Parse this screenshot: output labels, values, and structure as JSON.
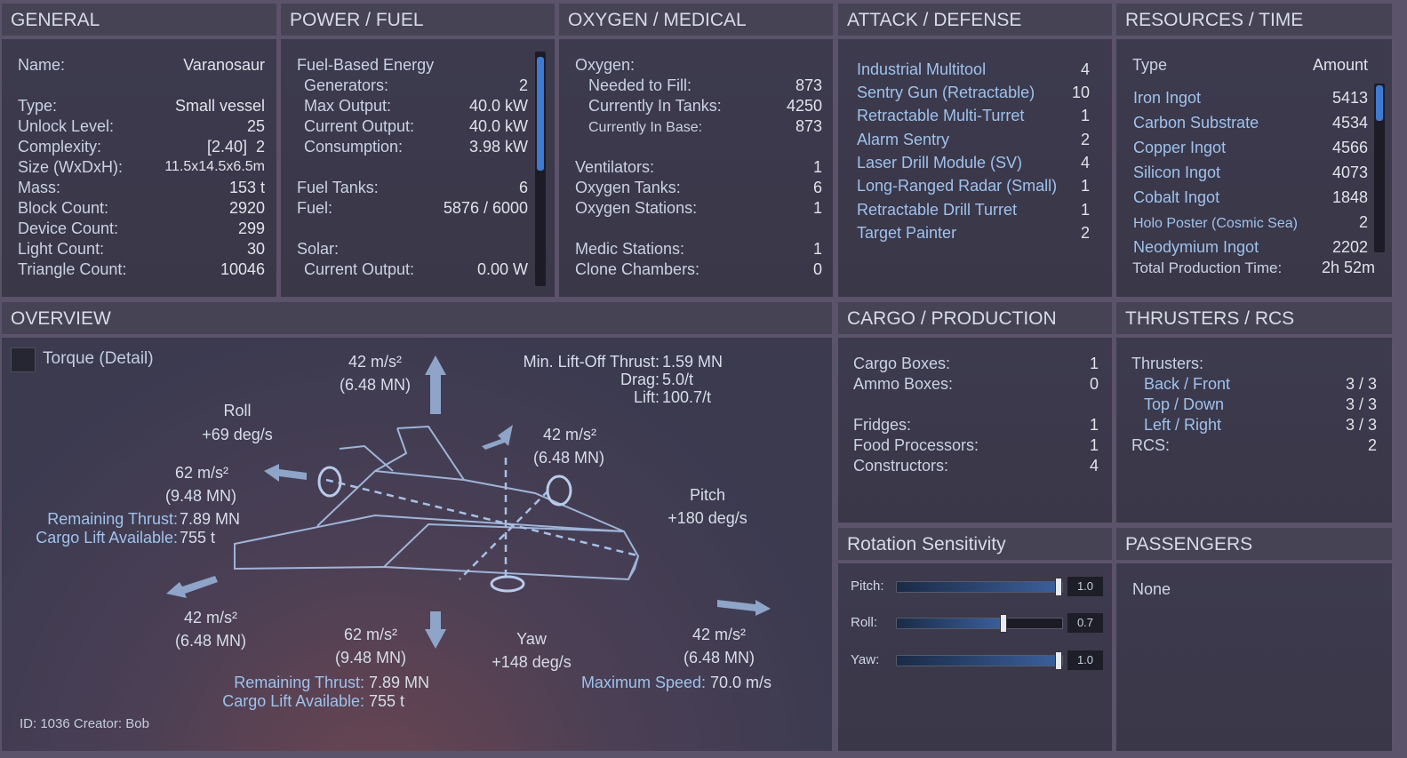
{
  "general": {
    "title": "GENERAL",
    "rows": [
      {
        "label": "Name:",
        "value": "Varanosaur"
      },
      {
        "label": "Type:",
        "value": "Small vessel"
      },
      {
        "label": "Unlock Level:",
        "value": "25"
      },
      {
        "label": "Complexity:",
        "value": "[2.40]  2"
      },
      {
        "label": "Size (WxDxH):",
        "value": "11.5x14.5x6.5m"
      },
      {
        "label": "Mass:",
        "value": "153 t"
      },
      {
        "label": "Block Count:",
        "value": "2920"
      },
      {
        "label": "Device Count:",
        "value": "299"
      },
      {
        "label": "Light Count:",
        "value": "30"
      },
      {
        "label": "Triangle Count:",
        "value": "10046"
      }
    ]
  },
  "power": {
    "title": "POWER / FUEL",
    "rows": [
      {
        "label": "Fuel-Based Energy",
        "value": ""
      },
      {
        "label": "Generators:",
        "value": "2"
      },
      {
        "label": "Max Output:",
        "value": "40.0 kW"
      },
      {
        "label": "Current Output:",
        "value": "40.0 kW"
      },
      {
        "label": "Consumption:",
        "value": "3.98 kW"
      },
      {
        "label": "Fuel Tanks:",
        "value": "6"
      },
      {
        "label": "Fuel:",
        "value": "5876 / 6000"
      },
      {
        "label": "Solar:",
        "value": ""
      },
      {
        "label": "Current Output:",
        "value": "0.00 W"
      }
    ]
  },
  "oxygen": {
    "title": "OXYGEN / MEDICAL",
    "rows": [
      {
        "label": "Oxygen:",
        "value": ""
      },
      {
        "label": "Needed to Fill:",
        "value": "873"
      },
      {
        "label": "Currently In Tanks:",
        "value": "4250"
      },
      {
        "label": "Currently In Base:",
        "value": "873"
      },
      {
        "label": "Ventilators:",
        "value": "1"
      },
      {
        "label": "Oxygen Tanks:",
        "value": "6"
      },
      {
        "label": "Oxygen Stations:",
        "value": "1"
      },
      {
        "label": "Medic Stations:",
        "value": "1"
      },
      {
        "label": "Clone Chambers:",
        "value": "0"
      }
    ]
  },
  "attack": {
    "title": "ATTACK / DEFENSE",
    "rows": [
      {
        "label": "Industrial Multitool",
        "value": "4"
      },
      {
        "label": "Sentry Gun (Retractable)",
        "value": "10"
      },
      {
        "label": "Retractable Multi-Turret",
        "value": "1"
      },
      {
        "label": "Alarm Sentry",
        "value": "2"
      },
      {
        "label": "Laser Drill Module (SV)",
        "value": "4"
      },
      {
        "label": "Long-Ranged Radar (Small)",
        "value": "1"
      },
      {
        "label": "Retractable Drill Turret",
        "value": "1"
      },
      {
        "label": "Target Painter",
        "value": "2"
      }
    ]
  },
  "resources": {
    "title": "RESOURCES / TIME",
    "col_type": "Type",
    "col_amount": "Amount",
    "rows": [
      {
        "label": "Iron Ingot",
        "value": "5413"
      },
      {
        "label": "Carbon Substrate",
        "value": "4534"
      },
      {
        "label": "Copper Ingot",
        "value": "4566"
      },
      {
        "label": "Silicon Ingot",
        "value": "4073"
      },
      {
        "label": "Cobalt Ingot",
        "value": "1848"
      },
      {
        "label": "Holo Poster (Cosmic Sea)",
        "value": "2"
      },
      {
        "label": "Neodymium Ingot",
        "value": "2202"
      }
    ],
    "total_label": "Total Production Time:",
    "total_value": "2h 52m"
  },
  "overview": {
    "title": "OVERVIEW",
    "torque_label": "Torque (Detail)",
    "up_accel": "42 m/s²",
    "up_force": "(6.48 MN)",
    "liftoff_label": "Min. Lift-Off Thrust:",
    "liftoff_value": "1.59 MN",
    "drag_label": "Drag:",
    "drag_value": "5.0/t",
    "lift_label": "Lift:",
    "lift_value": "100.7/t",
    "roll_label": "Roll",
    "roll_value": "+69 deg/s",
    "fwd_accel": "42 m/s²",
    "fwd_force": "(6.48 MN)",
    "left_accel": "62 m/s²",
    "left_force": "(9.48 MN)",
    "rem_thrust_label_1": "Remaining Thrust:",
    "rem_thrust_value_1": "7.89 MN",
    "cargo_lift_label_1": "Cargo Lift Available:",
    "cargo_lift_value_1": "755 t",
    "pitch_label": "Pitch",
    "pitch_value": "+180 deg/s",
    "back_accel": "42 m/s²",
    "back_force": "(6.48 MN)",
    "down_accel": "62 m/s²",
    "down_force": "(9.48 MN)",
    "yaw_label": "Yaw",
    "yaw_value": "+148 deg/s",
    "right_accel": "42 m/s²",
    "right_force": "(6.48 MN)",
    "rem_thrust_label_2": "Remaining Thrust:",
    "rem_thrust_value_2": "7.89 MN",
    "cargo_lift_label_2": "Cargo Lift Available:",
    "cargo_lift_value_2": "755 t",
    "max_speed_label": "Maximum Speed:",
    "max_speed_value": "70.0 m/s",
    "id_text": "ID: 1036  Creator: Bob"
  },
  "cargo": {
    "title": "CARGO / PRODUCTION",
    "rows": [
      {
        "label": "Cargo Boxes:",
        "value": "1"
      },
      {
        "label": "Ammo Boxes:",
        "value": "0"
      },
      {
        "label": "Fridges:",
        "value": "1"
      },
      {
        "label": "Food Processors:",
        "value": "1"
      },
      {
        "label": "Constructors:",
        "value": "4"
      }
    ]
  },
  "thrusters": {
    "title": "THRUSTERS / RCS",
    "rows": [
      {
        "label": "Thrusters:",
        "value": ""
      },
      {
        "label": "Back / Front",
        "value": "3 / 3"
      },
      {
        "label": "Top / Down",
        "value": "3 / 3"
      },
      {
        "label": "Left / Right",
        "value": "3 / 3"
      },
      {
        "label": "RCS:",
        "value": "2"
      }
    ]
  },
  "rotation": {
    "title": "Rotation Sensitivity",
    "sliders": [
      {
        "label": "Pitch:",
        "value": "1.0",
        "level": 1.0
      },
      {
        "label": "Roll:",
        "value": "0.7",
        "level": 0.65
      },
      {
        "label": "Yaw:",
        "value": "1.0",
        "level": 1.0
      }
    ]
  },
  "passengers": {
    "title": "PASSENGERS",
    "value": "None"
  },
  "colors": {
    "accent": "#3e7ad1",
    "text_blue": "#9ec2ec",
    "panel": "#3d3a4e",
    "header": "#464355"
  }
}
